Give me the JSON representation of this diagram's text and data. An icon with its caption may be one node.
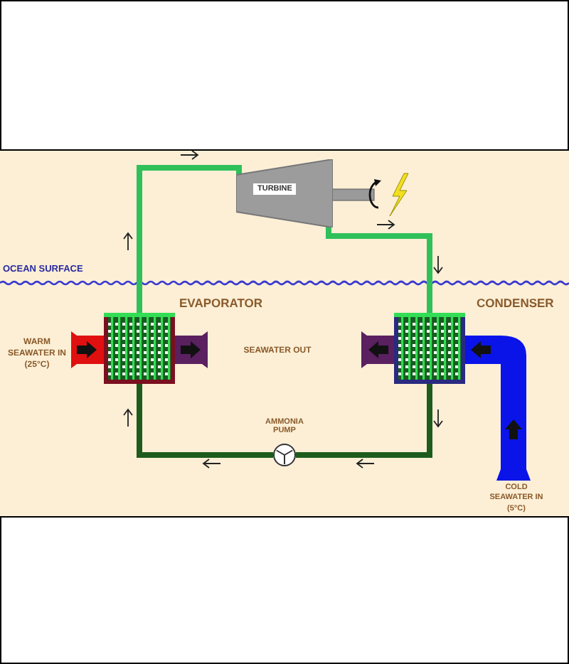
{
  "diagram": {
    "nodes": [
      {
        "text": [
          "TURBINE"
        ]
      },
      {
        "text": [],
        "shape": "box",
        "beside": [
          "EVAPORATOR"
        ]
      },
      {
        "text": [],
        "shape": "box",
        "beside": [
          "CONDENSER"
        ]
      },
      {
        "text": [],
        "shape": "circle",
        "beside": [
          "AMMONIA PUMP"
        ]
      }
    ],
    "edges": [
      {
        "from": 1,
        "to": 0,
        "arrow": "none"
      },
      {
        "from": 0,
        "to": 2,
        "arrow": "none"
      },
      {
        "from": 2,
        "to": 3,
        "arrow": "none",
        "color": "#1d5c1d"
      },
      {
        "from": 3,
        "to": 1,
        "arrow": "none",
        "color": "#1d5c1d"
      }
    ],
    "labels": [
      "OCEAN SURFACE",
      "WARM SEAWATER IN (25°C)",
      "SEAWATER OUT",
      "COLD SEAWATER IN (5°C)"
    ]
  }
}
